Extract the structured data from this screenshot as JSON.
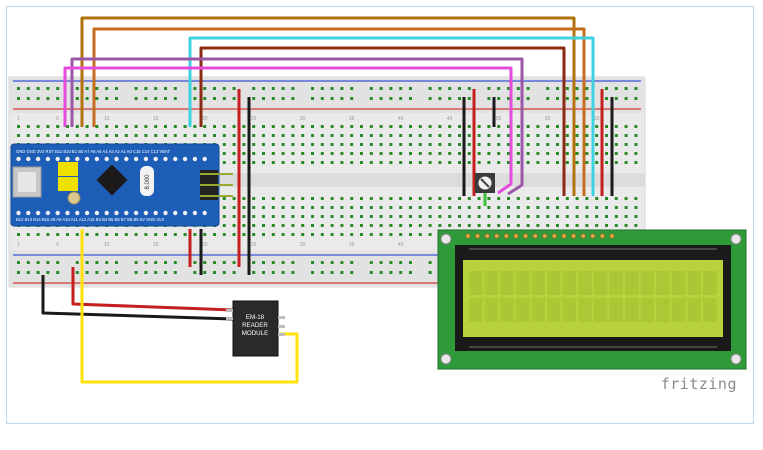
{
  "app": {
    "watermark": "fritzing"
  },
  "board": {
    "top_pins": "GND GND 3V3 RST B11 B10 B1 B0 A7 A6 A5 A4 A3 A2 A1 A0 C15 C14 C13 VBAT",
    "bottom_pins": "B12 B13 B14 B15 A8 A9 A10 A11 A12 A15 B3 B4 B5 B6 B7 B8 B9 5V GND 3V3",
    "crystal_label": "8.000"
  },
  "rfid": {
    "line1": "EM-18",
    "line2": "READER",
    "line3": "MODULE"
  },
  "breadboard": {
    "row_numbers": [
      "1",
      "5",
      "10",
      "15",
      "20",
      "25",
      "30",
      "35",
      "40",
      "45",
      "50",
      "55",
      "60"
    ]
  },
  "colors": {
    "rail_red": "#d23b3b",
    "rail_blue": "#3b52d2",
    "board_blue": "#1d5eb8",
    "lcd_pcb": "#2f9a3a",
    "lcd_screen": "#b7d23a",
    "wire_orange": "#c46d1c",
    "wire_dark_orange": "#b3720e",
    "wire_cyan": "#3ed1e0",
    "wire_brown": "#8b2a12",
    "wire_purple": "#9b56a8",
    "wire_magenta": "#e64bde",
    "wire_red": "#c41e1e",
    "wire_black": "#1a1a1a",
    "wire_yellow": "#ffe20a",
    "wire_green": "#39c23a"
  }
}
